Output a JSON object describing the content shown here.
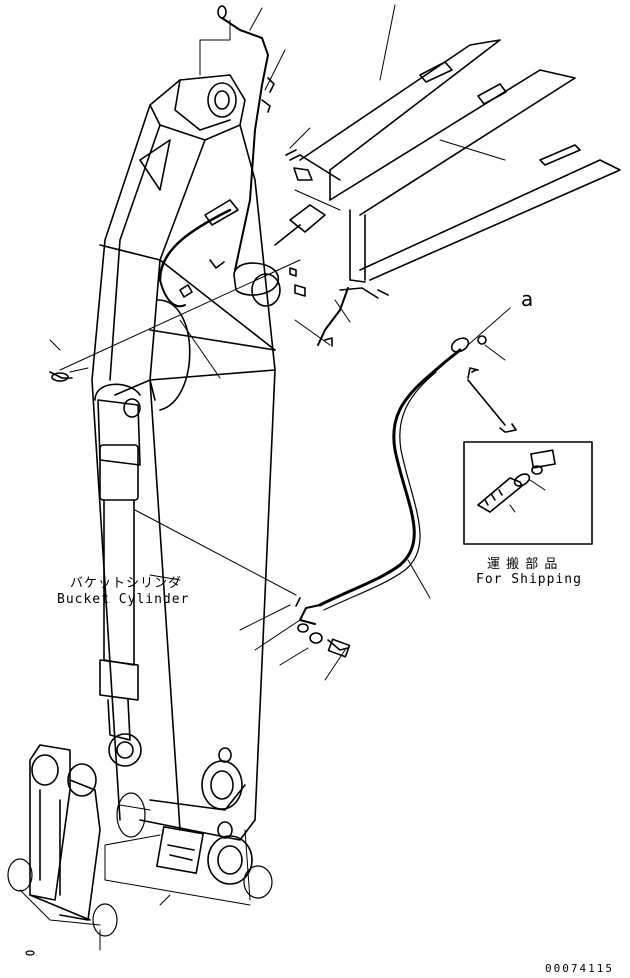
{
  "labels": {
    "bucket_cylinder_jp": "バケットシリンダ",
    "bucket_cylinder_en": "Bucket Cylinder",
    "for_shipping_jp": "運 搬 部 品",
    "for_shipping_en": "For Shipping",
    "view_ref": "a",
    "drawing_code": "00074115"
  }
}
